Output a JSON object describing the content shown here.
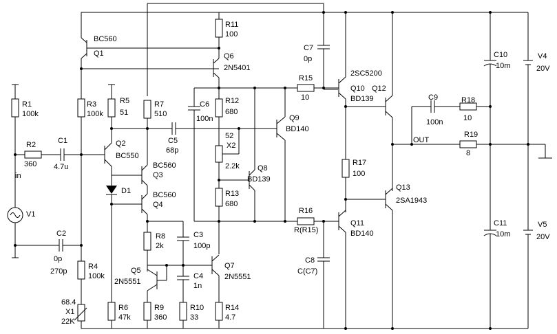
{
  "schematic": {
    "labels": {
      "R1": "R1",
      "R1v": "100k",
      "R2": "R2",
      "R2v": "360",
      "C1": "C1",
      "C1v": "4.7u",
      "in": "in",
      "V1": "V1",
      "C2": "C2",
      "C2v": "0p",
      "C2v2": "270p",
      "R3": "R3",
      "R3v": "100k",
      "Q1": "BC560",
      "Q1n": "Q1",
      "R4": "R4",
      "R4v": "100k",
      "X1v": "68.4",
      "X1": "X1",
      "X1v2": "22K",
      "R5": "R5",
      "R5v": "51",
      "Q2": "Q2",
      "Q2n": "BC550",
      "D1": "D1",
      "R6": "R6",
      "R6v": "47k",
      "R7": "R7",
      "R7v": "510",
      "Q3": "BC560",
      "Q3n": "Q3",
      "Q4": "BC560",
      "Q4n": "Q4",
      "R8": "R8",
      "R8v": "2k",
      "Q5": "Q5",
      "Q5n": "2N5551",
      "R9": "R9",
      "R9v": "360",
      "C5": "C5",
      "C5v": "68p",
      "C3": "C3",
      "C3v": "100p",
      "C4": "C4",
      "C4v": "1n",
      "R10": "R10",
      "R10v": "33",
      "R11": "R11",
      "R11v": "100",
      "Q6": "Q6",
      "Q6n": "2N5401",
      "C6": "C6",
      "C6v": "100n",
      "R12": "R12",
      "R12v": "680",
      "X2v": "52",
      "X2": "X2",
      "X2v2": "2.2k",
      "R13": "R13",
      "R13v": "680",
      "Q7": "Q7",
      "Q7n": "2N5551",
      "R14": "R14",
      "R14v": "4.7",
      "Q8": "Q8",
      "Q8n": "BD139",
      "Q9": "Q9",
      "Q9n": "BD140",
      "C7": "C7",
      "C7v": "0p",
      "R15": "R15",
      "R15v": "10",
      "R16": "R16",
      "R16v": "R(R15)",
      "C8": "C8",
      "C8v": "C(C7)",
      "Q10a": "2SC5200",
      "Q10": "Q10",
      "Q10n": "BD139",
      "Q12": "Q12",
      "R17": "R17",
      "R17v": "100",
      "Q11": "Q11",
      "Q11n": "BD140",
      "Q13": "Q13",
      "Q13n": "2SA1943",
      "C9": "C9",
      "C9v": "100n",
      "R18": "R18",
      "R18v": "10",
      "OUT": "OUT",
      "R19": "R19",
      "R19v": "8",
      "C10": "C10",
      "C10v": "10m",
      "C11": "C11",
      "C11v": "10m",
      "V4": "V4",
      "V4v": "20V",
      "V5": "V5",
      "V5v": "20V"
    }
  }
}
